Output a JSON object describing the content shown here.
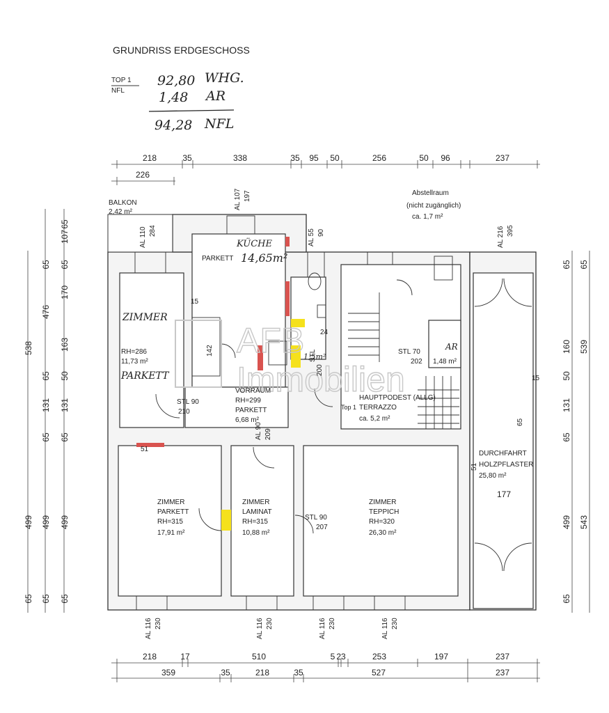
{
  "header": {
    "title": "GRUNDRISS ERDGESCHOSS",
    "top_label": "TOP 1",
    "nfl_label": "NFL",
    "rows": [
      {
        "value": "92,80",
        "unit": "WHG."
      },
      {
        "value": "1,48",
        "unit": "AR"
      }
    ],
    "total": {
      "value": "94,28",
      "unit": "NFL"
    }
  },
  "watermark": {
    "line1": "AFB",
    "line2": "Immobilien"
  },
  "dims_top": {
    "row1": [
      "218",
      "35",
      "338",
      "35",
      "95",
      "50",
      "256",
      "50",
      "96",
      "237"
    ],
    "row2": [
      "226"
    ]
  },
  "dims_bottom": {
    "row1": [
      "218",
      "17",
      "510",
      "5",
      "23",
      "253",
      "197",
      "237"
    ],
    "row2": [
      "359",
      "35",
      "218",
      "35",
      "527",
      "237"
    ]
  },
  "dims_left": {
    "col_outer": [
      "538",
      "499",
      "65"
    ],
    "col_mid": [
      "65",
      "476",
      "65",
      "131",
      "65",
      "499",
      "65"
    ],
    "col_inner": [
      "65",
      "107",
      "65",
      "170",
      "163",
      "50",
      "131",
      "65",
      "499",
      "65"
    ]
  },
  "dims_right": {
    "col_inner": [
      "65",
      "160",
      "50",
      "131",
      "65",
      "499",
      "65"
    ],
    "col_outer": [
      "65",
      "539",
      "543"
    ]
  },
  "rooms": {
    "balkon": {
      "name": "BALKON",
      "area": "2,42 m²"
    },
    "kueche": {
      "name": "KÜCHE",
      "area": "14,65m²",
      "floor": "PARKETT"
    },
    "zimmer_nw": {
      "name": "ZIMMER",
      "rh": "RH=286",
      "area": "11,73 m²",
      "floor": "PARKETT"
    },
    "vorraum": {
      "name": "VORRAUM",
      "rh": "RH=299",
      "floor": "PARKETT",
      "area": "6,68 m²"
    },
    "wc": {
      "area": "1,5m²"
    },
    "hauptpodest": {
      "name": "HAUPTPODEST (ALLG)",
      "floor": "TERRAZZO",
      "area": "ca. 5,2 m²",
      "top_marker": "Top 1"
    },
    "abstellraum": {
      "name": "Abstellraum",
      "note": "(nicht zugänglich)",
      "area": "ca. 1,7 m²"
    },
    "ar": {
      "name": "AR",
      "area": "1,48 m²"
    },
    "durchfahrt": {
      "name": "DURCHFAHRT",
      "floor": "HOLZPFLASTER",
      "area": "25,80 m²",
      "width": "177"
    },
    "zimmer_sw": {
      "name": "ZIMMER",
      "floor": "PARKETT",
      "rh": "RH=315",
      "area": "17,91 m²"
    },
    "zimmer_s": {
      "name": "ZIMMER",
      "floor": "LAMINAT",
      "rh": "RH=315",
      "area": "10,88 m²"
    },
    "zimmer_se": {
      "name": "ZIMMER",
      "floor": "TEPPICH",
      "rh": "RH=320",
      "area": "26,30 m²"
    }
  },
  "window_labels": {
    "al107": [
      "AL 107",
      "197"
    ],
    "al110": [
      "AL 110",
      "284"
    ],
    "al55": [
      "AL 55",
      "90"
    ],
    "al216": [
      "AL 216",
      "395"
    ],
    "al116": [
      "AL 116",
      "230"
    ]
  },
  "door_labels": {
    "stl_vorraum": [
      "STL 90",
      "210"
    ],
    "stl_ar": [
      "STL 70",
      "202"
    ],
    "stl_zimmer": [
      "STL 90",
      "207"
    ],
    "al90": [
      "AL 90",
      "209"
    ],
    "stl_wc": [
      "STL",
      "200"
    ],
    "k15": "15",
    "k142": "142",
    "k24": "24",
    "d15": "15",
    "d65": "65",
    "d51": "51",
    "b51": "51"
  },
  "colors": {
    "red_highlight": "#d9534f",
    "yellow_highlight": "#f5e11c",
    "wall_fill": "#f4f4f4"
  }
}
